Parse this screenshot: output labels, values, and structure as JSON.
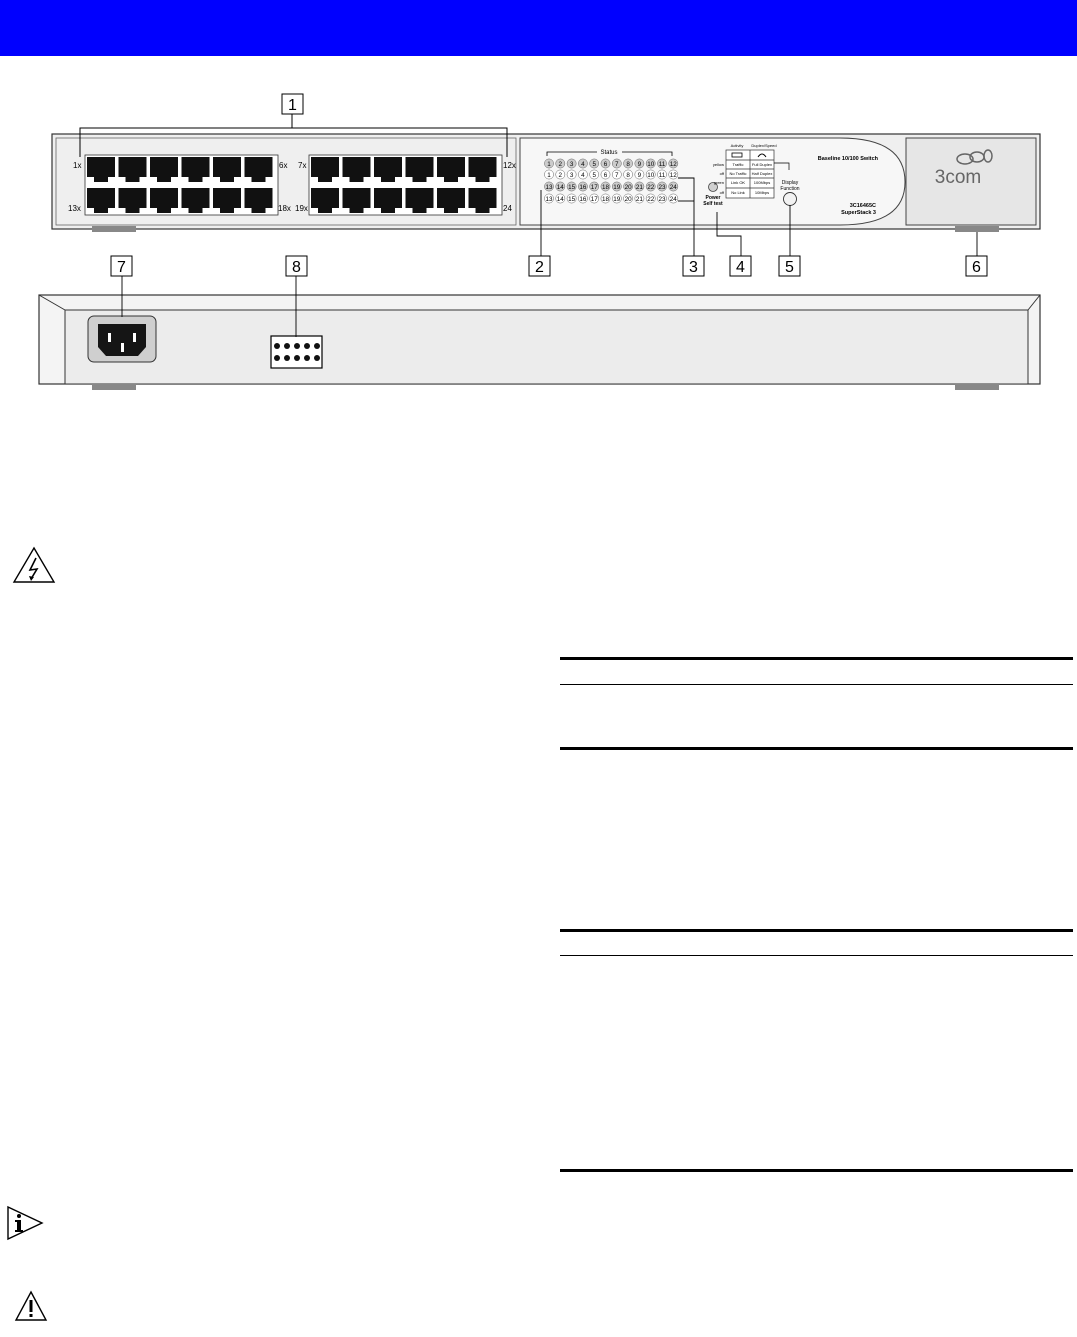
{
  "colors": {
    "header": "#0000ff",
    "panel": "#efefef",
    "port": "#111111",
    "callout_border": "#000000"
  },
  "callouts": [
    "1",
    "2",
    "3",
    "4",
    "5",
    "6",
    "7",
    "8"
  ],
  "front": {
    "port_labels": {
      "top_left": "1x",
      "top_mid_left": "6x",
      "top_mid_right": "7x",
      "top_right": "12x",
      "bottom_left": "13x",
      "bottom_mid_left": "18x",
      "bottom_mid_right": "19x",
      "bottom_right": "24"
    },
    "status_title": "Status",
    "led_row1": [
      "1",
      "2",
      "3",
      "4",
      "5",
      "6",
      "7",
      "8",
      "9",
      "10",
      "11",
      "12"
    ],
    "led_row2": [
      "1",
      "2",
      "3",
      "4",
      "5",
      "6",
      "7",
      "8",
      "9",
      "10",
      "11",
      "12"
    ],
    "led_row3": [
      "13",
      "14",
      "15",
      "16",
      "17",
      "18",
      "19",
      "20",
      "21",
      "22",
      "23",
      "24"
    ],
    "led_row4": [
      "13",
      "14",
      "15",
      "16",
      "17",
      "18",
      "19",
      "20",
      "21",
      "22",
      "23",
      "24"
    ],
    "power_label": [
      "Power",
      "Self test"
    ],
    "legend": {
      "head_left": "Activity",
      "head_right": "Duplex/Speed",
      "row_labels": [
        "yellow",
        "off",
        "green",
        "off"
      ],
      "left": [
        "Traffic",
        "No Traffic",
        "Link OK",
        "No Link"
      ],
      "right": [
        "Full Duplex",
        "Half Duplex",
        "100Mbps",
        "10Mbps"
      ]
    },
    "display_button_label": [
      "Display",
      "Function"
    ],
    "model_title": "Baseline 10/100 Switch",
    "model_number": "3C16465C",
    "model_series": "SuperStack  3",
    "brand": "3com"
  },
  "icons": [
    "warning-electric-icon",
    "info-icon",
    "caution-icon"
  ]
}
